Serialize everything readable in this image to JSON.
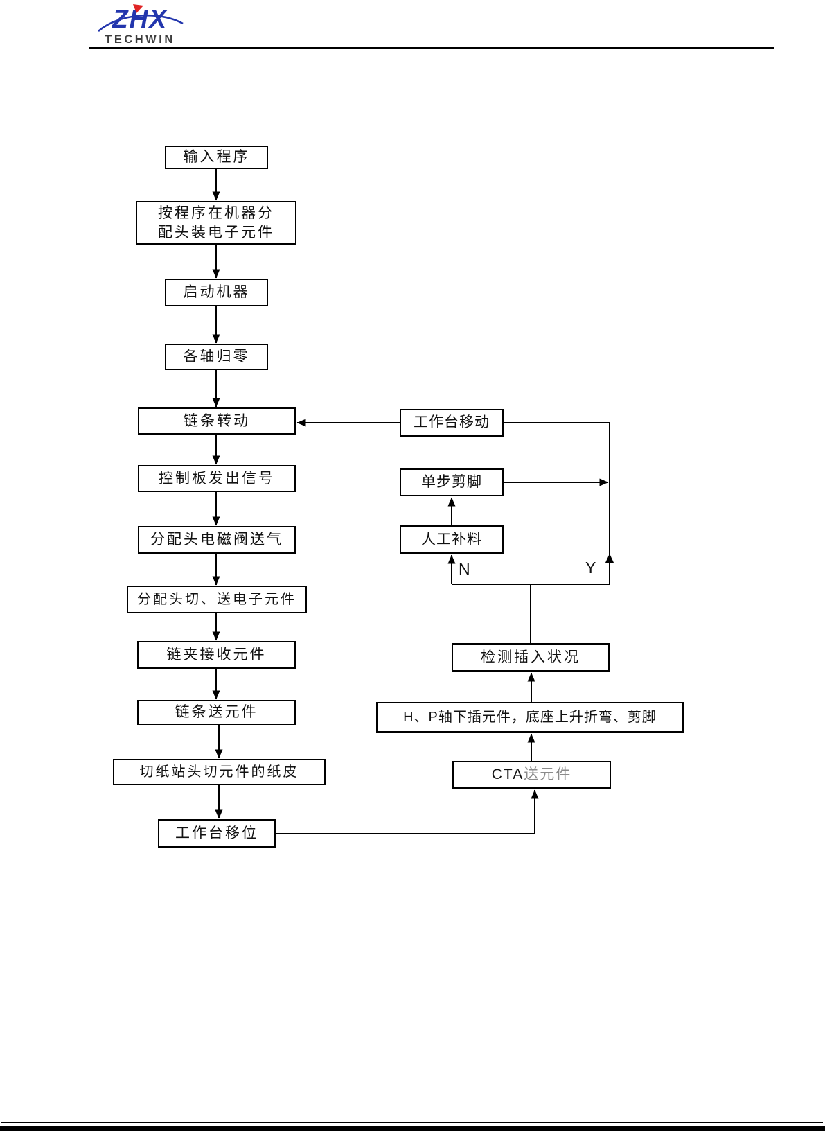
{
  "header": {
    "logo_main": "ZHX",
    "logo_sub": "TECHWIN"
  },
  "colors": {
    "logo_blue": "#2336ad",
    "logo_red": "#e02425",
    "logo_sub_gray": "#3d3d3d",
    "line_black": "#000000"
  },
  "nodes": {
    "input_program": {
      "label": "输入程序"
    },
    "load_components": {
      "label": "按程序在机器分\n配头装电子元件"
    },
    "start_machine": {
      "label": "启动机器"
    },
    "axes_zero": {
      "label": "各轴归零"
    },
    "chain_rotate": {
      "label": "链条转动"
    },
    "control_signal": {
      "label": "控制板发出信号"
    },
    "solenoid_air": {
      "label": "分配头电磁阀送气"
    },
    "head_cut_send": {
      "label": "分配头切、送电子元件"
    },
    "clamp_receive": {
      "label": "链夹接收元件"
    },
    "chain_send": {
      "label": "链条送元件"
    },
    "cut_paper": {
      "label": "切纸站头切元件的纸皮"
    },
    "table_shift": {
      "label": "工作台移位"
    },
    "table_move": {
      "label": "工作台移动"
    },
    "single_cut": {
      "label": "单步剪脚"
    },
    "manual_refill": {
      "label": "人工补料"
    },
    "detect_insert": {
      "label": "检测插入状况"
    },
    "hp_insert": {
      "label": "H、P轴下插元件，底座上升折弯、剪脚"
    },
    "cta_send": {
      "label_latin": "CTA",
      "label_cjk": "送元件"
    }
  },
  "branch": {
    "no": "N",
    "yes": "Y"
  }
}
